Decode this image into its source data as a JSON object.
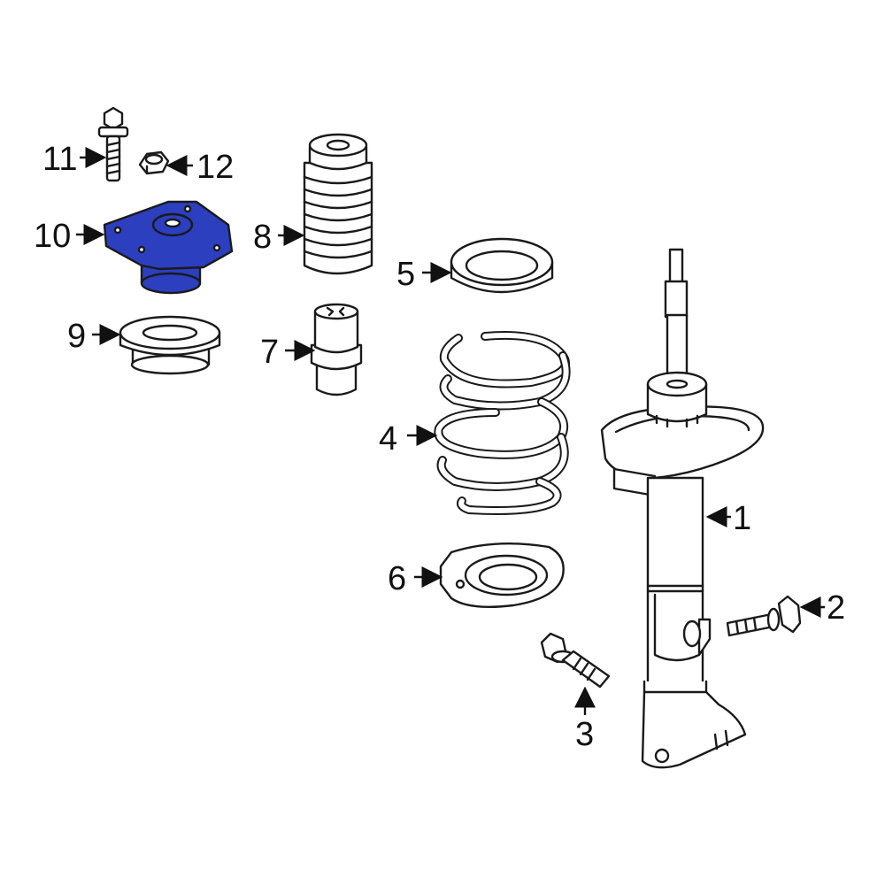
{
  "diagram": {
    "highlight_color": "#2b3fbf",
    "highlighted_part": "10",
    "parts": [
      {
        "number": "1"
      },
      {
        "number": "2"
      },
      {
        "number": "3"
      },
      {
        "number": "4"
      },
      {
        "number": "5"
      },
      {
        "number": "6"
      },
      {
        "number": "7"
      },
      {
        "number": "8"
      },
      {
        "number": "9"
      },
      {
        "number": "10"
      },
      {
        "number": "11"
      },
      {
        "number": "12"
      }
    ]
  }
}
